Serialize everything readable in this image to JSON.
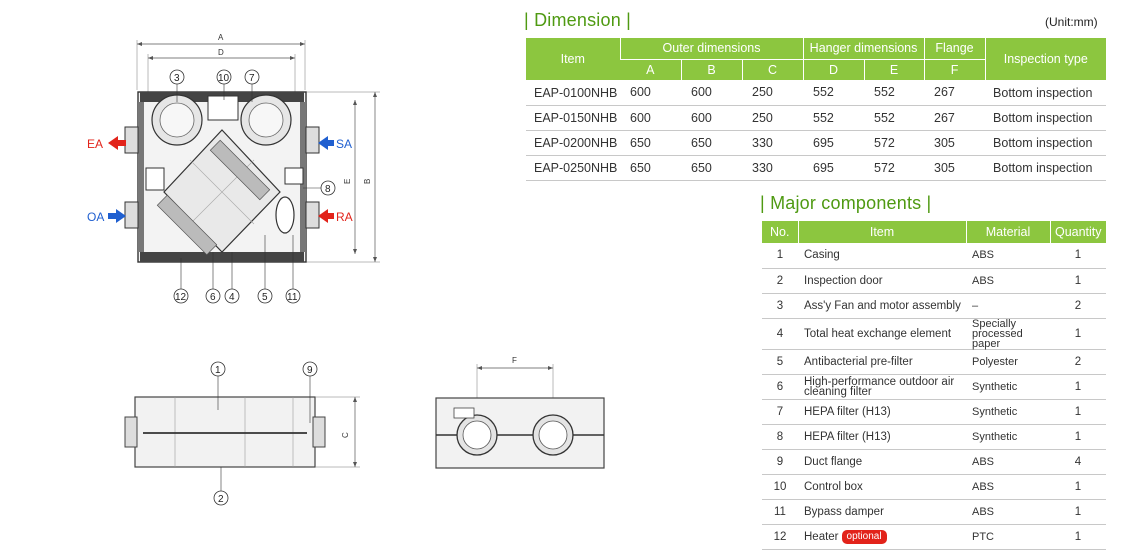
{
  "dimension": {
    "title": "| Dimension |",
    "unit": "(Unit:mm)",
    "header": {
      "item": "Item",
      "outer": "Outer dimensions",
      "hanger": "Hanger dimensions",
      "flange": "Flange",
      "inspection": "Inspection type",
      "sub": [
        "A",
        "B",
        "C",
        "D",
        "E",
        "F"
      ]
    },
    "rows": [
      [
        "EAP-0100NHB",
        "600",
        "600",
        "250",
        "552",
        "552",
        "267",
        "Bottom inspection"
      ],
      [
        "EAP-0150NHB",
        "600",
        "600",
        "250",
        "552",
        "552",
        "267",
        "Bottom inspection"
      ],
      [
        "EAP-0200NHB",
        "650",
        "650",
        "330",
        "695",
        "572",
        "305",
        "Bottom inspection"
      ],
      [
        "EAP-0250NHB",
        "650",
        "650",
        "330",
        "695",
        "572",
        "305",
        "Bottom inspection"
      ]
    ]
  },
  "components": {
    "title": "| Major components |",
    "header": {
      "no": "No.",
      "item": "Item",
      "material": "Material",
      "quantity": "Quantity"
    },
    "optional_label": "optional",
    "rows": [
      {
        "no": "1",
        "item": "Casing",
        "material": "ABS",
        "qty": "1"
      },
      {
        "no": "2",
        "item": "Inspection door",
        "material": "ABS",
        "qty": "1"
      },
      {
        "no": "3",
        "item": "Ass'y Fan and motor assembly",
        "material": "–",
        "qty": "2"
      },
      {
        "no": "4",
        "item": "Total heat exchange element",
        "material": "Specially processed paper",
        "qty": "1"
      },
      {
        "no": "5",
        "item": "Antibacterial pre-filter",
        "material": "Polyester",
        "qty": "2"
      },
      {
        "no": "6",
        "item": "High-performance outdoor air cleaning filter",
        "material": "Synthetic",
        "qty": "1"
      },
      {
        "no": "7",
        "item": "HEPA filter (H13)",
        "material": "Synthetic",
        "qty": "1"
      },
      {
        "no": "8",
        "item": "HEPA filter (H13)",
        "material": "Synthetic",
        "qty": "1"
      },
      {
        "no": "9",
        "item": "Duct flange",
        "material": "ABS",
        "qty": "4"
      },
      {
        "no": "10",
        "item": "Control box",
        "material": "ABS",
        "qty": "1"
      },
      {
        "no": "11",
        "item": "Bypass damper",
        "material": "ABS",
        "qty": "1"
      },
      {
        "no": "12",
        "item": "Heater",
        "material": "PTC",
        "qty": "1",
        "optional": true
      }
    ]
  },
  "diagram": {
    "dim_labels": {
      "a": "A",
      "b": "B",
      "c": "C",
      "d": "D",
      "e": "E",
      "f": "F"
    },
    "ports": {
      "ea": "EA",
      "sa": "SA",
      "oa": "OA",
      "ra": "RA"
    },
    "callouts_top": [
      "3",
      "10",
      "7"
    ],
    "callout_right": "8",
    "callouts_bottom": [
      "12",
      "6",
      "4",
      "5",
      "11"
    ],
    "side_callouts": [
      "1",
      "9",
      "2"
    ],
    "colors": {
      "exhaust_arrow": "#e2231a",
      "supply_arrow": "#1f5fd0",
      "accent": "#8cc63f"
    }
  }
}
